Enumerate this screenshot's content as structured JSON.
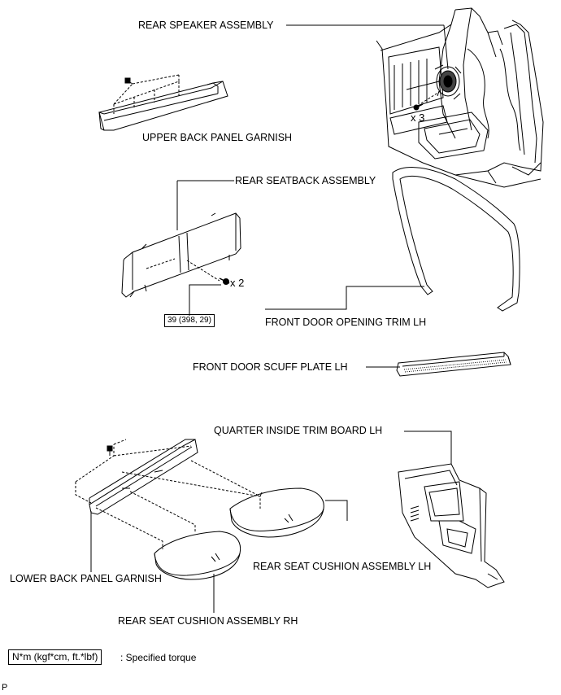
{
  "labels": {
    "rear_speaker": "REAR SPEAKER ASSEMBLY",
    "upper_back_panel": "UPPER BACK PANEL GARNISH",
    "rear_seatback": "REAR SEATBACK ASSEMBLY",
    "front_door_opening_trim": "FRONT DOOR OPENING TRIM LH",
    "front_door_scuff": "FRONT DOOR SCUFF PLATE LH",
    "quarter_inside_trim": "QUARTER INSIDE TRIM BOARD LH",
    "rear_seat_cushion_lh": "REAR SEAT CUSHION ASSEMBLY LH",
    "lower_back_panel": "LOWER BACK PANEL GARNISH",
    "rear_seat_cushion_rh": "REAR SEAT CUSHION ASSEMBLY RH"
  },
  "quantities": {
    "speaker_screws": "x 3",
    "seatback_bolts": "x 2"
  },
  "torque": {
    "seatback_bolt": "39 (398, 29)"
  },
  "legend": {
    "box_text": "N*m (kgf*cm, ft.*lbf)",
    "description": ": Specified torque"
  },
  "corner_code": "P"
}
